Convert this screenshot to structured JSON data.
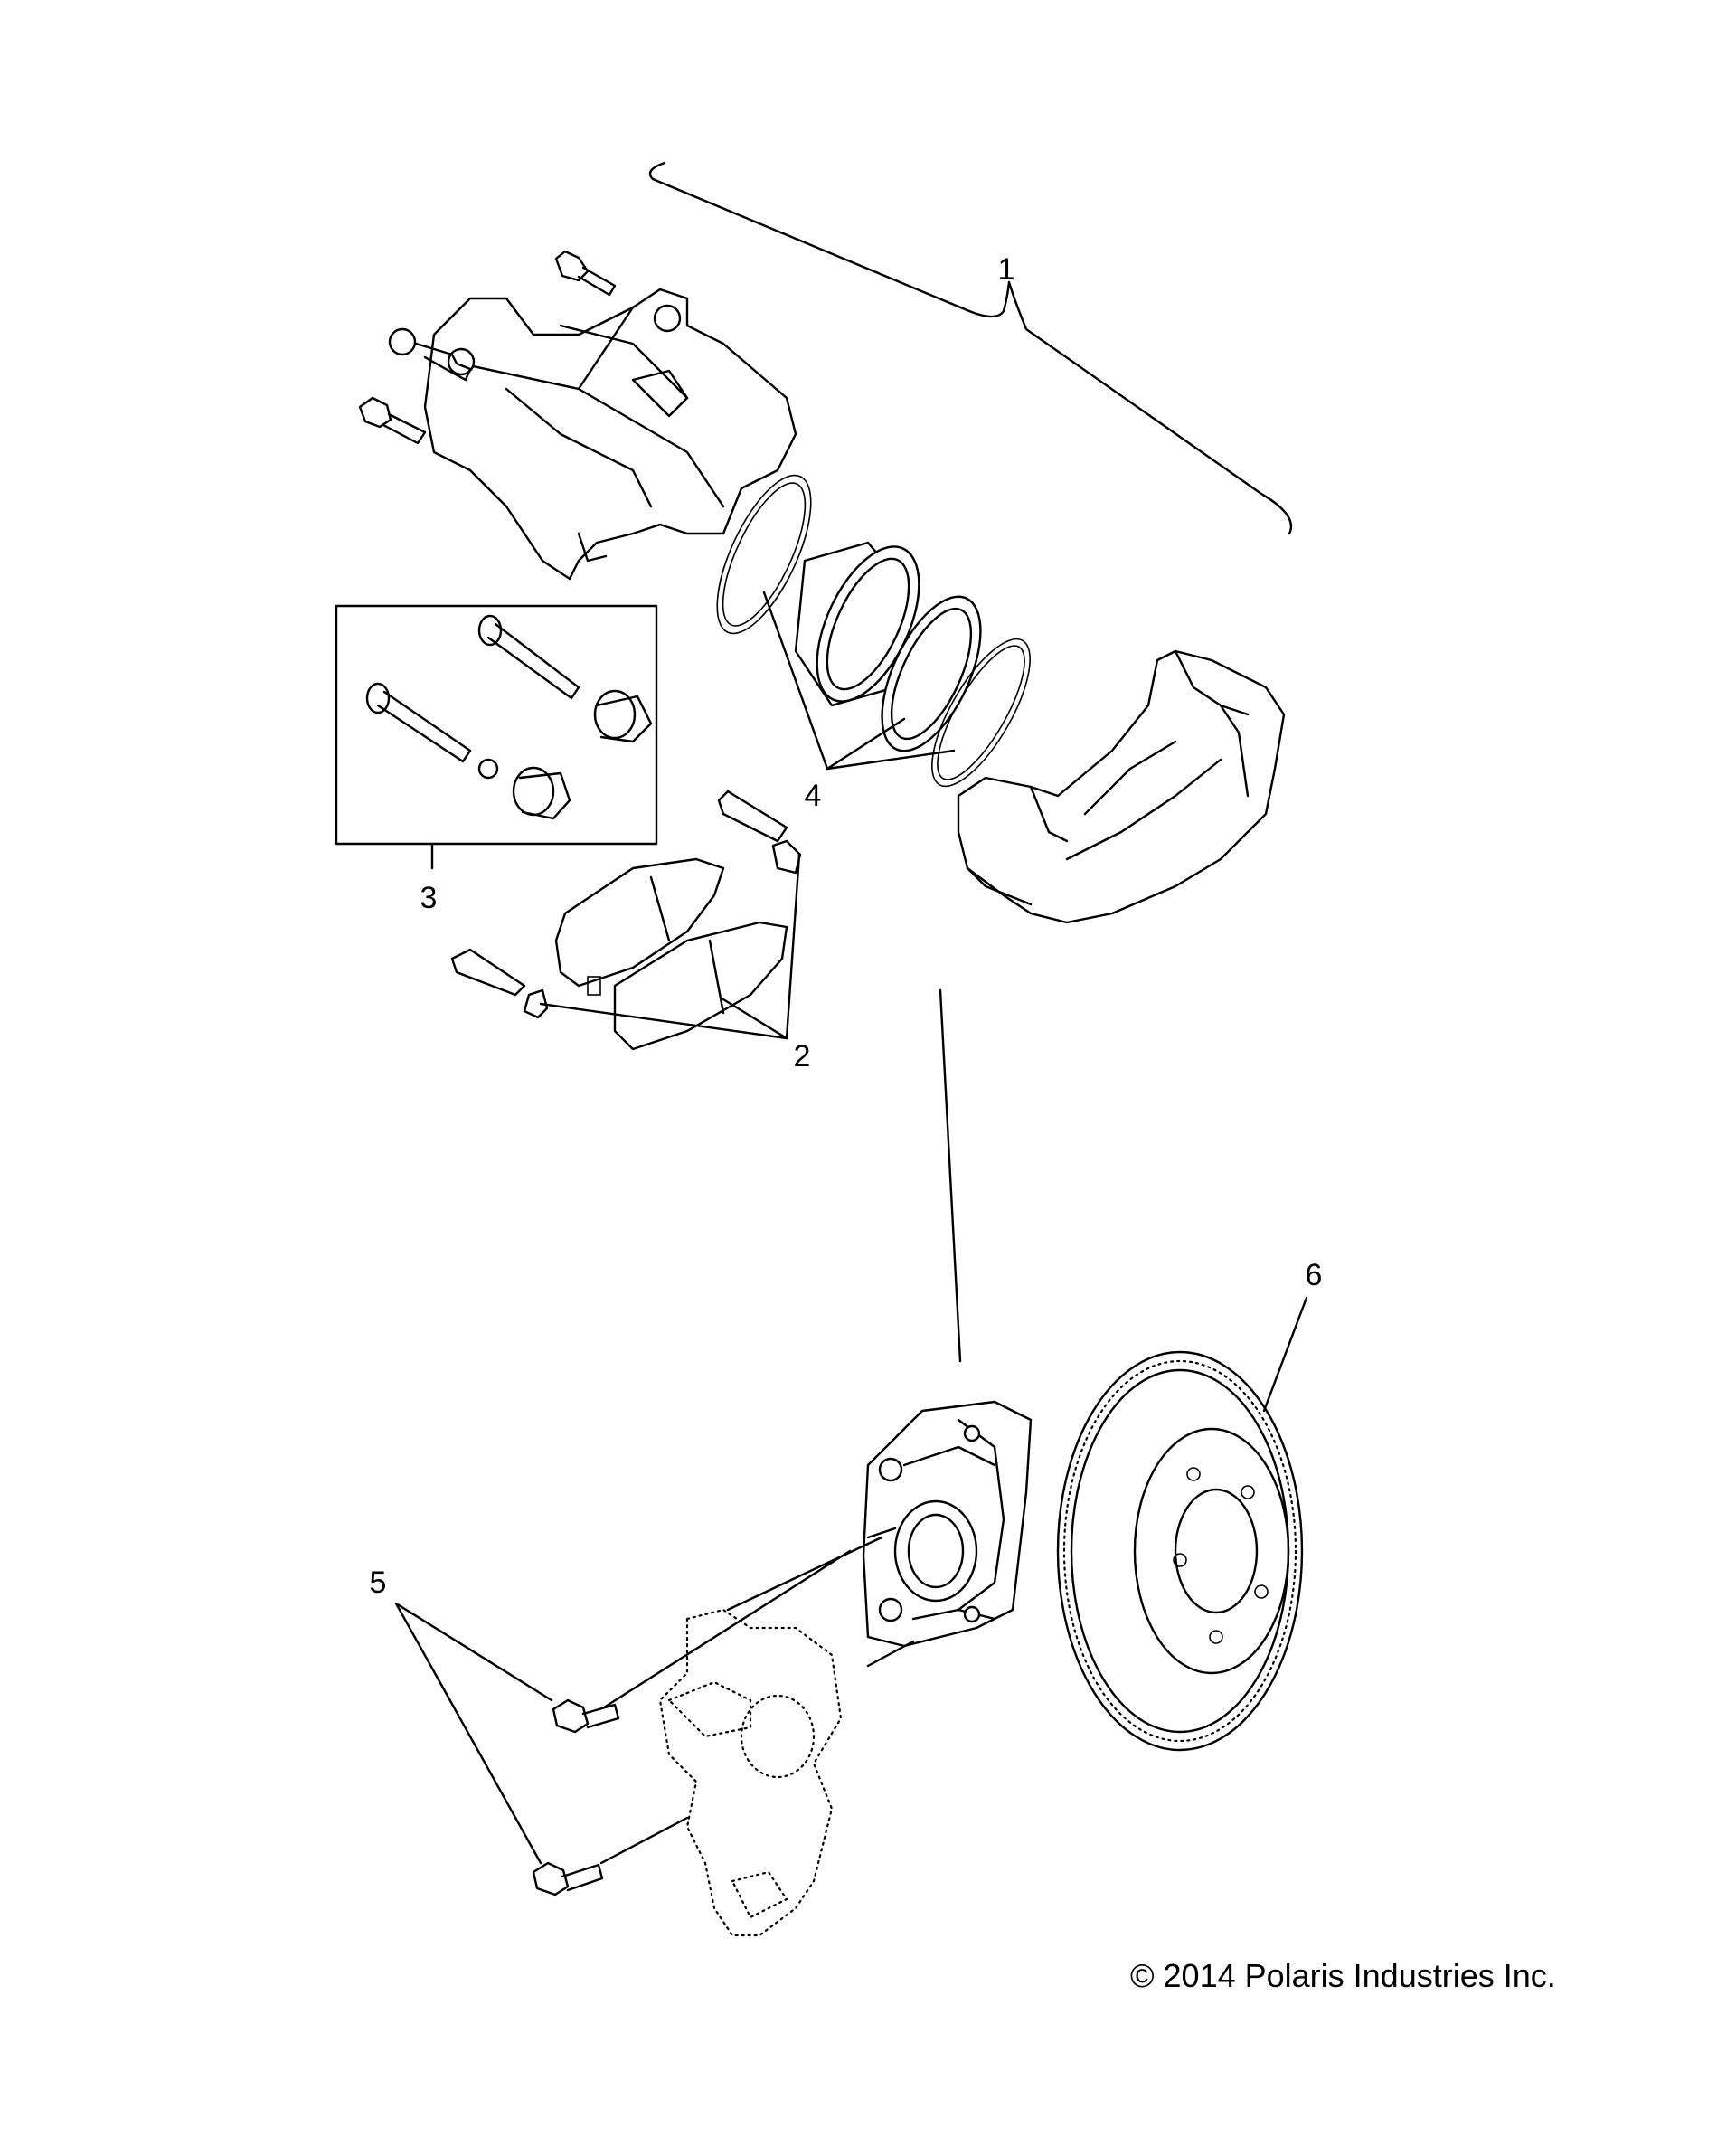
{
  "callouts": {
    "c1": "1",
    "c2": "2",
    "c3": "3",
    "c4": "4",
    "c5": "5",
    "c6": "6"
  },
  "copyright": "© 2014 Polaris Industries Inc."
}
